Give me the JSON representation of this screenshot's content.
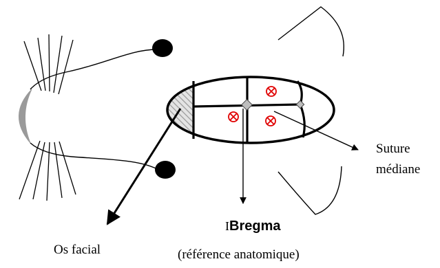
{
  "labels": {
    "suture_line1": "Suture",
    "suture_line2": "médiane",
    "bregma_prefix": "I",
    "bregma": "Bregma",
    "bregma_note": "(référence anatomique)",
    "os_facial": "Os facial"
  },
  "icons": {
    "marker": "circled-x-icon",
    "bregma_point": "diamond-icon"
  },
  "colors": {
    "marker": "#e00000",
    "hatch_fill": "#d8d8d8",
    "snout_fill": "#9a9a9a"
  }
}
